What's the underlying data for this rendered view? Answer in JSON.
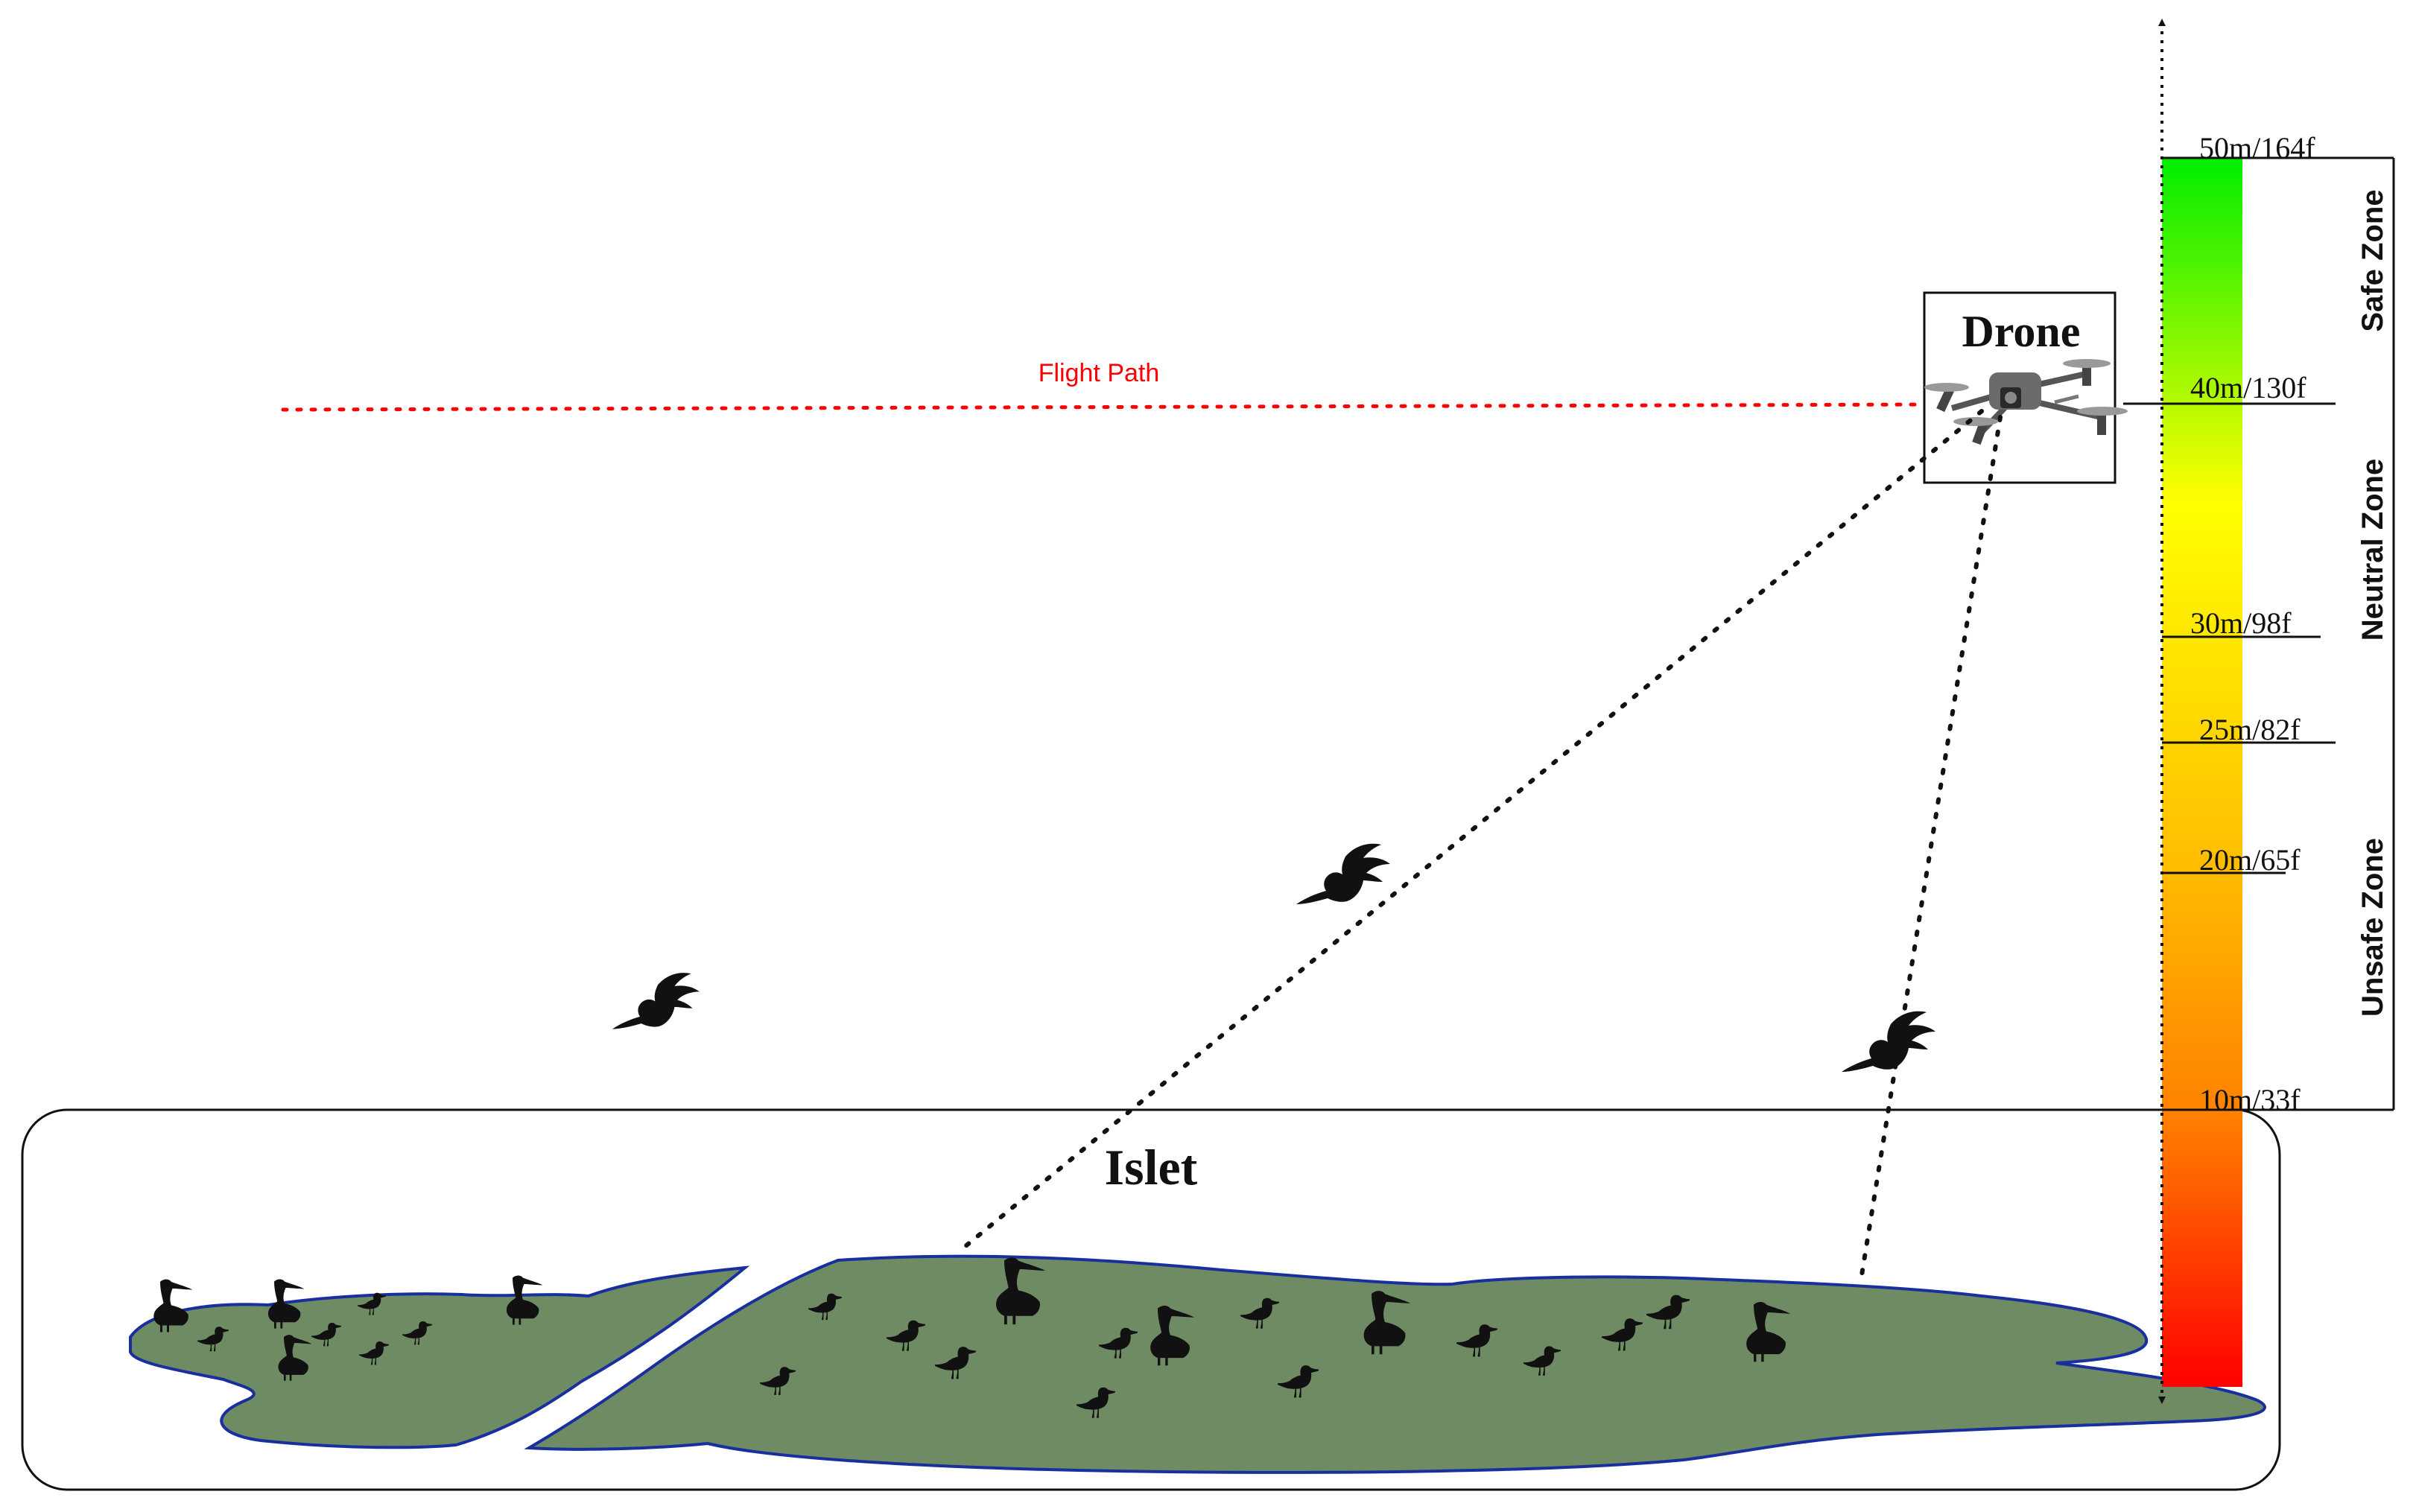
{
  "diagram": {
    "drone_label": "Drone",
    "islet_label": "Islet",
    "flight_path_label": "Flight Path",
    "scale": {
      "ticks": [
        {
          "meters": 50,
          "label": "50m/164f"
        },
        {
          "meters": 40,
          "label": "40m/130f"
        },
        {
          "meters": 30,
          "label": "30m/98f"
        },
        {
          "meters": 25,
          "label": "25m/82f"
        },
        {
          "meters": 20,
          "label": "20m/65f"
        },
        {
          "meters": 10,
          "label": "10m/33f"
        }
      ],
      "gradient_colors": [
        "#00ee00",
        "#ffff00",
        "#ffcc00",
        "#ff8800",
        "#ff0000"
      ]
    },
    "zones": [
      {
        "label": "Safe Zone",
        "from_m": 40,
        "to_m": 50
      },
      {
        "label": "Neutral Zone",
        "from_m": 25,
        "to_m": 40
      },
      {
        "label": "Unsafe Zone",
        "from_m": 10,
        "to_m": 25
      }
    ],
    "colors": {
      "flight_path": "#ff0000",
      "land_fill": "#6e8b63",
      "land_stroke": "#1a2f9e",
      "bird": "#111111"
    },
    "icons": [
      "drone-icon",
      "pelican-icon",
      "small-bird-icon"
    ]
  }
}
